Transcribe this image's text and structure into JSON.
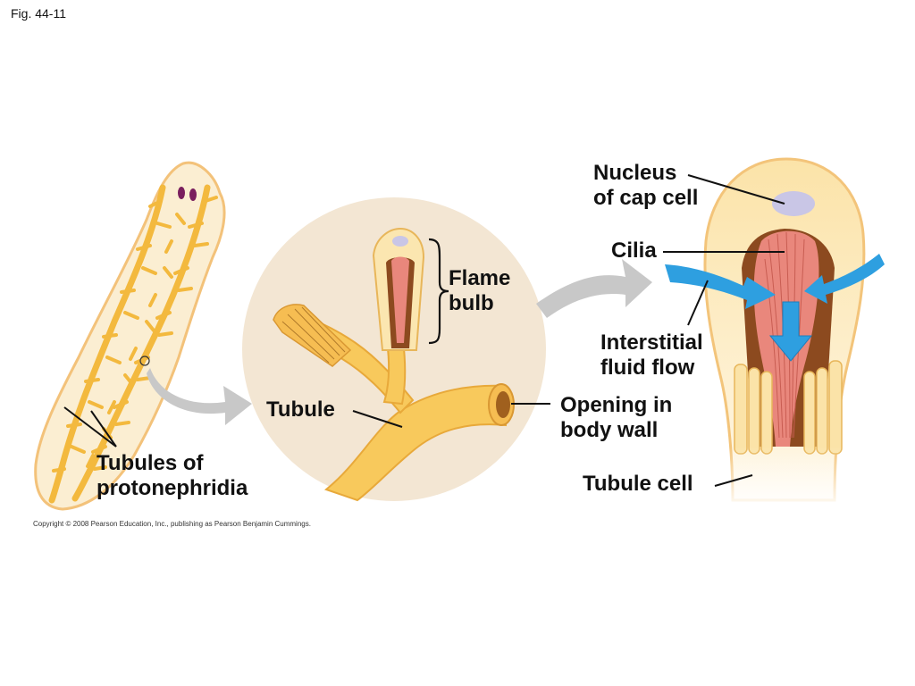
{
  "figure_label": "Fig. 44-11",
  "labels": {
    "nucleus_line1": "Nucleus",
    "nucleus_line2": "of cap cell",
    "cilia": "Cilia",
    "flame_line1": "Flame",
    "flame_line2": "bulb",
    "interstitial_line1": "Interstitial",
    "interstitial_line2": "fluid flow",
    "opening_line1": "Opening in",
    "opening_line2": "body wall",
    "tubule": "Tubule",
    "tubule_cell": "Tubule cell",
    "tubules_line1": "Tubules of",
    "tubules_line2": "protonephridia"
  },
  "copyright": "Copyright © 2008 Pearson Education, Inc., publishing as Pearson Benjamin Cummings.",
  "colors": {
    "body_fill": "#fbeed2",
    "tubule": "#f3b93e",
    "tubule_light": "#fad27a",
    "circle_bg": "#f3e6d3",
    "flame_red": "#e9877c",
    "flame_brown": "#8c4a1f",
    "nucleus": "#c9c6e6",
    "flow_arrow": "#2e9fe0",
    "gray_arrow": "#c8c8c8"
  }
}
